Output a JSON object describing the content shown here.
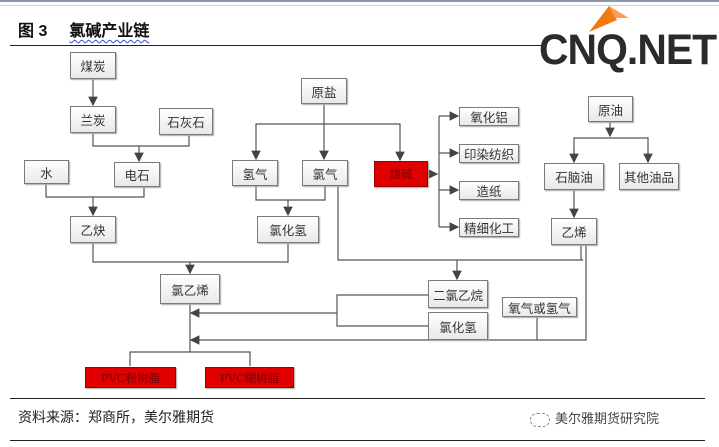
{
  "header": {
    "figure_number": "图 3",
    "title": "氯碱产业链"
  },
  "logo": {
    "text": "CNQ.NET",
    "accent_color": "#f07a10"
  },
  "nodes": {
    "coal": "煤炭",
    "semi_coke": "兰炭",
    "limestone": "石灰石",
    "water": "水",
    "calcium_carbide": "电石",
    "acetylene": "乙炔",
    "raw_salt": "原盐",
    "hydrogen": "氢气",
    "chlorine": "氯气",
    "hcl_1": "氯化氢",
    "caustic_soda": "烧碱",
    "alumina": "氧化铝",
    "textile": "印染纺织",
    "paper": "造纸",
    "fine_chem": "精细化工",
    "crude_oil": "原油",
    "naphtha": "石脑油",
    "other_oil": "其他油品",
    "ethylene": "乙烯",
    "vcm": "氯乙烯",
    "edc": "二氯乙烷",
    "oxygen_or_hydrogen": "氧气或氢气",
    "hcl_2": "氯化氢",
    "pvc_powder": "PVC粉树脂",
    "pvc_paste": "PVC糊树脂"
  },
  "colors": {
    "highlight": "#e00000",
    "box_border": "#7a7a7a",
    "line": "#555555"
  },
  "footer": {
    "source": "资料来源：郑商所，美尔雅期货",
    "watermark": "美尔雅期货研究院"
  }
}
